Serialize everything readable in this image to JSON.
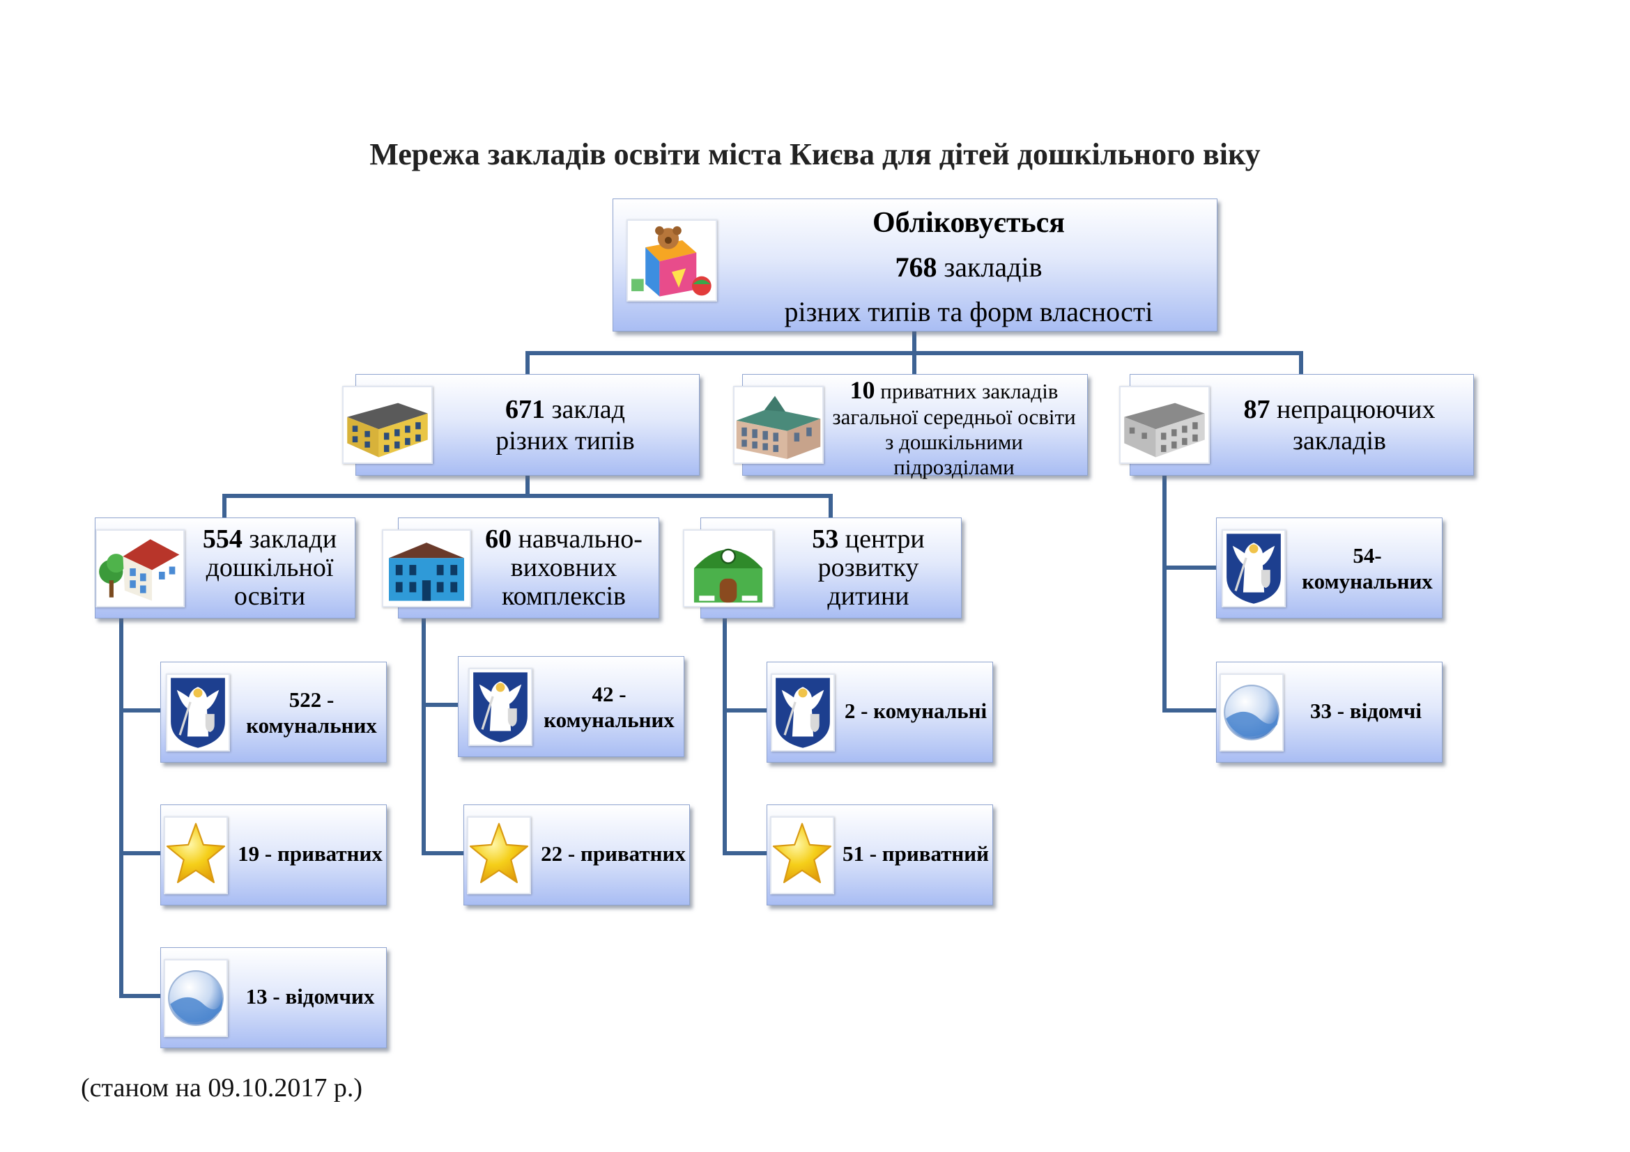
{
  "title": "Мережа закладів освіти міста Києва для дітей дошкільного віку",
  "root": {
    "line1": "Обліковується",
    "line2_number": "768",
    "line2_text": "закладів",
    "line3": "різних типів та форм власності",
    "icon": "toy-box-icon"
  },
  "level1": {
    "types": {
      "number": "671",
      "text1": "заклад",
      "text2": "різних типів",
      "icon": "apartment-building-icon"
    },
    "private_schools": {
      "number": "10",
      "text1": "приватних закладів",
      "text2": "загальної середньої освіти",
      "text3": "з дошкільними",
      "text4": "підрозділами",
      "icon": "mansion-icon"
    },
    "inactive": {
      "number": "87",
      "text1": "непрацюючих",
      "text2": "закладів",
      "icon": "grey-building-icon"
    }
  },
  "level2": {
    "preschool": {
      "number": "554",
      "text1": "заклади",
      "text2": "дошкільної",
      "text3": "освіти",
      "icon": "house-with-tree-icon"
    },
    "complexes": {
      "number": "60",
      "text1": "навчально-",
      "text2": "виховних",
      "text3": "комплексів",
      "icon": "blue-house-icon"
    },
    "centers": {
      "number": "53",
      "text1": "центри",
      "text2": "розвитку",
      "text3": "дитини",
      "icon": "green-house-icon"
    }
  },
  "leaves": {
    "preschool_communal": {
      "number": "522 -",
      "text": "комунальних",
      "icon": "kyiv-coat-of-arms-icon"
    },
    "preschool_private": {
      "label": "19 - приватних",
      "icon": "star-icon"
    },
    "preschool_departmental": {
      "label": "13 - відомчих",
      "icon": "blue-sphere-icon"
    },
    "complexes_communal": {
      "number": "42 -",
      "text": "комунальних",
      "icon": "kyiv-coat-of-arms-icon"
    },
    "complexes_private": {
      "label": "22 - приватних",
      "icon": "star-icon"
    },
    "centers_communal": {
      "label": "2 - комунальні",
      "icon": "kyiv-coat-of-arms-icon"
    },
    "centers_private": {
      "label": "51 - приватний",
      "icon": "star-icon"
    },
    "inactive_communal": {
      "number": "54-",
      "text": "комунальних",
      "icon": "kyiv-coat-of-arms-icon"
    },
    "inactive_departmental": {
      "label": "33 - відомчі",
      "icon": "blue-sphere-icon"
    }
  },
  "footnote": "(станом на 09.10.2017 р.)",
  "colors": {
    "connector": "#3d6293",
    "box_top": "#ffffff",
    "box_bottom": "#a9bdf3",
    "shield_blue": "#1d3f8f",
    "star_yellow": "#f5cf1a"
  }
}
